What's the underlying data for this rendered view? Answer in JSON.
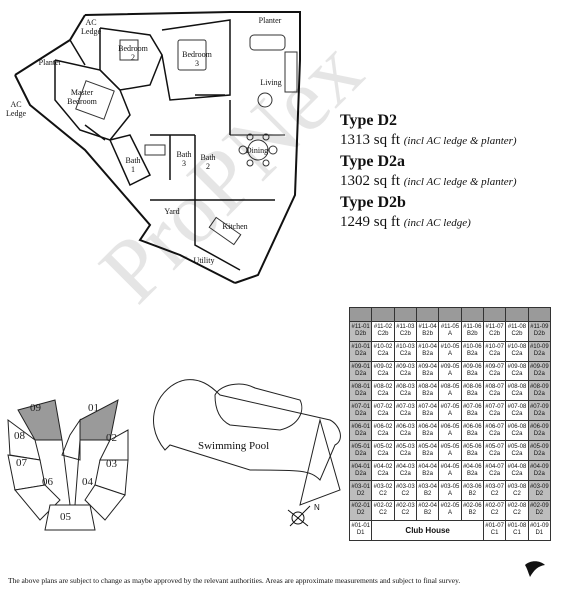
{
  "floorplan": {
    "rooms": {
      "ac_ledge_top": "AC\nLedge",
      "planter_top": "Planter",
      "bedroom2": "Bedroom\n2",
      "bedroom3": "Bedroom\n3",
      "living": "Living",
      "planter_left": "Planter",
      "master_bedroom": "Master\nBedroom",
      "ac_ledge_left": "AC\nLedge",
      "bath1": "Bath\n1",
      "bath3": "Bath\n3",
      "bath2": "Bath\n2",
      "dining": "Dining",
      "yard": "Yard",
      "kitchen": "Kitchen",
      "utility": "Utility"
    }
  },
  "unit_types": [
    {
      "title": "Type D2",
      "size": "1313 sq ft",
      "note": "(incl AC ledge & planter)"
    },
    {
      "title": "Type D2a",
      "size": "1302 sq ft",
      "note": "(incl AC ledge & planter)"
    },
    {
      "title": "Type D2b",
      "size": "1249 sq ft",
      "note": "(incl AC ledge)"
    }
  ],
  "key_plan": {
    "units": [
      "09",
      "01",
      "08",
      "02",
      "07",
      "03",
      "06",
      "04",
      "05"
    ]
  },
  "site_plan": {
    "pool_label": "Swimming Pool",
    "north": "N"
  },
  "stack_table": {
    "rows": [
      [
        "#11-01\nD2b",
        "#11-02\nC2b",
        "#11-03\nC2b",
        "#11-04\nB2b",
        "#11-05\nA",
        "#11-06\nB2b",
        "#11-07\nC2b",
        "#11-08\nC2b",
        "#11-09\nD2b"
      ],
      [
        "#10-01\nD2a",
        "#10-02\nC2a",
        "#10-03\nC2a",
        "#10-04\nB2a",
        "#10-05\nA",
        "#10-06\nB2a",
        "#10-07\nC2a",
        "#10-08\nC2a",
        "#10-09\nD2a"
      ],
      [
        "#09-01\nD2a",
        "#09-02\nC2a",
        "#09-03\nC2a",
        "#09-04\nB2a",
        "#09-05\nA",
        "#09-06\nB2a",
        "#09-07\nC2a",
        "#09-08\nC2a",
        "#09-09\nD2a"
      ],
      [
        "#08-01\nD2a",
        "#08-02\nC2a",
        "#08-03\nC2a",
        "#08-04\nB2a",
        "#08-05\nA",
        "#08-06\nB2a",
        "#08-07\nC2a",
        "#08-08\nC2a",
        "#08-09\nD2a"
      ],
      [
        "#07-01\nD2a",
        "#07-02\nC2a",
        "#07-03\nC2a",
        "#07-04\nB2a",
        "#07-05\nA",
        "#07-06\nB2a",
        "#07-07\nC2a",
        "#07-08\nC2a",
        "#07-09\nD2a"
      ],
      [
        "#06-01\nD2a",
        "#06-02\nC2a",
        "#06-03\nC2a",
        "#06-04\nB2a",
        "#06-05\nA",
        "#06-06\nB2a",
        "#06-07\nC2a",
        "#06-08\nC2a",
        "#06-09\nD2a"
      ],
      [
        "#05-01\nD2a",
        "#05-02\nC2a",
        "#05-03\nC2a",
        "#05-04\nB2a",
        "#05-05\nA",
        "#05-06\nB2a",
        "#05-07\nC2a",
        "#05-08\nC2a",
        "#05-09\nD2a"
      ],
      [
        "#04-01\nD2a",
        "#04-02\nC2a",
        "#04-03\nC2a",
        "#04-04\nB2a",
        "#04-05\nA",
        "#04-06\nB2a",
        "#04-07\nC2a",
        "#04-08\nC2a",
        "#04-09\nD2a"
      ],
      [
        "#03-01\nD2",
        "#03-02\nC2",
        "#03-03\nC2",
        "#03-04\nB2",
        "#03-05\nA",
        "#03-06\nB2",
        "#03-07\nC2",
        "#03-08\nC2",
        "#03-09\nD2"
      ],
      [
        "#02-01\nD2",
        "#02-02\nC2",
        "#02-03\nC2",
        "#02-04\nB2",
        "#02-05\nA",
        "#02-06\nB2",
        "#02-07\nC2",
        "#02-08\nC2",
        "#02-09\nD2"
      ]
    ],
    "bottom_row": {
      "first": "#01-01\nD1",
      "club": "Club House",
      "c8": "#01-07\nC1",
      "c9": "#01-08\nC1",
      "c10": "#01-09\nD1"
    }
  },
  "watermark": "ProPNex",
  "footer": "The above plans are subject to change as maybe approved by the relevant authorities. Areas are approximate measurements and subject to final survey."
}
